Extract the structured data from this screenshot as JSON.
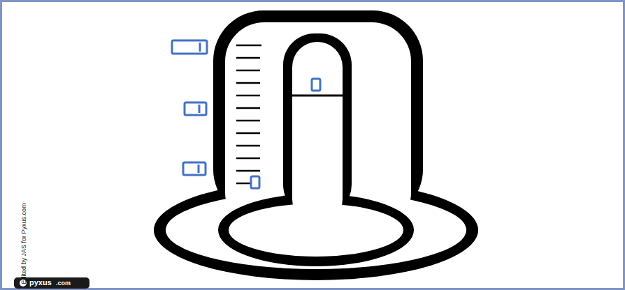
{
  "diagram": {
    "labels": [
      "Edited by JAS for Pyxus.com",
      "pyxus",
      ".com"
    ]
  }
}
